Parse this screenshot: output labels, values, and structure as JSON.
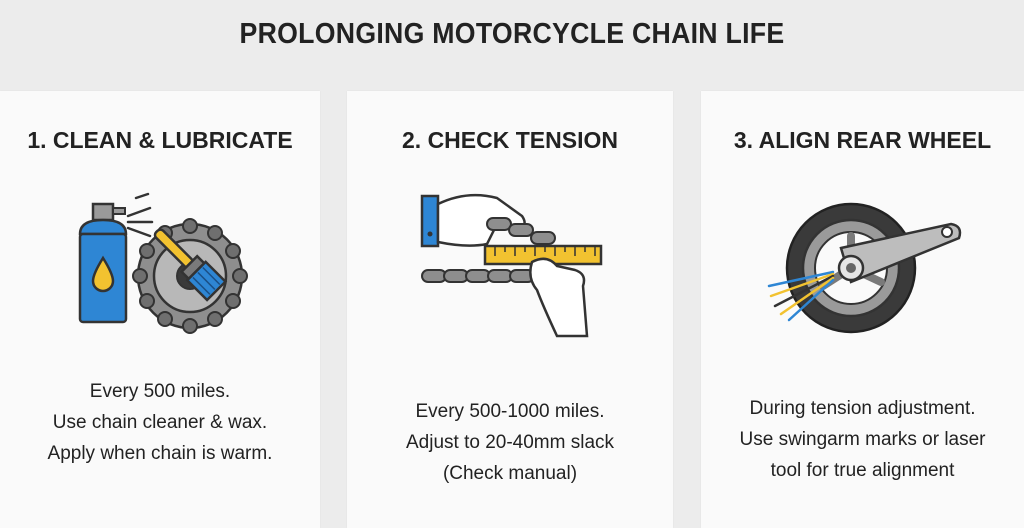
{
  "title": "PROLONGING MOTORCYCLE CHAIN LIFE",
  "colors": {
    "background": "#ececec",
    "card": "#fafafa",
    "blue": "#2e86d4",
    "yellow": "#f2c230",
    "grey": "#7a7a7a",
    "dark": "#3a3a3a"
  },
  "steps": [
    {
      "heading": "1. CLEAN & LUBRICATE",
      "icon": "spray-can-and-brush-on-sprocket",
      "lines": [
        "Every 500 miles.",
        "Use chain cleaner & wax.",
        "Apply when chain is warm."
      ]
    },
    {
      "heading": "2. CHECK TENSION",
      "icon": "hand-measuring-chain-slack-with-ruler",
      "lines": [
        "Every 500-1000 miles.",
        "Adjust to 20-40mm slack",
        "(Check manual)"
      ]
    },
    {
      "heading": "3. ALIGN REAR WHEEL",
      "icon": "rear-wheel-with-laser-alignment",
      "lines": [
        "During tension adjustment.",
        "Use swingarm marks or laser",
        "tool for true alignment"
      ]
    }
  ]
}
